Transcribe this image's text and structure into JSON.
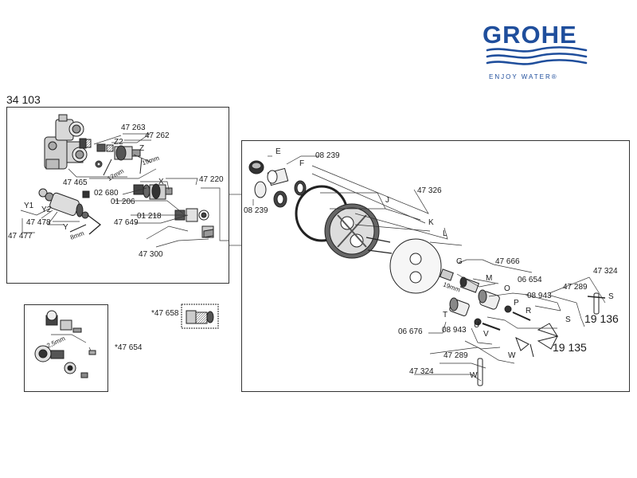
{
  "brand": {
    "name": "GROHE",
    "tagline": "ENJOY WATER®",
    "color": "#1f4e9c"
  },
  "product_number": "34 103",
  "panel_main": {
    "labels": {
      "p47263": "47 263",
      "z2": "Z2",
      "p47262": "47 262",
      "z": "Z",
      "mm19": "19mm",
      "mm17": "17mm",
      "x": "X",
      "p47465": "47 465",
      "p47220": "47 220",
      "p02680": "02 680",
      "p01206": "01 206",
      "p01218": "01 218",
      "y1": "Y1",
      "y2": "Y2",
      "p47478": "47 478",
      "y": "Y",
      "mm8": "8mm",
      "p47477": "47 477",
      "p47649": "47 649",
      "p47300": "47 300"
    }
  },
  "panel_small": {
    "labels": {
      "mm25": "2,5mm",
      "p47654": "*47 654"
    }
  },
  "insert_label": "*47 658",
  "panel_right": {
    "labels": {
      "e": "E",
      "f": "F",
      "p08239a": "08 239",
      "p08239b": "08 239",
      "j": "J",
      "p47326": "47 326",
      "k": "K",
      "l": "L",
      "g": "G",
      "p47666": "47 666",
      "m": "M",
      "mm19": "19mm",
      "o": "O",
      "p06654": "06 654",
      "p": "P",
      "p08943a": "08 943",
      "r": "R",
      "p47289a": "47 289",
      "p47324a": "47 324",
      "s1": "S",
      "p19136": "19 136",
      "t": "T",
      "p06676": "06 676",
      "p08943b": "08 943",
      "u": "U",
      "v": "V",
      "s2": "S",
      "p19135": "19 135",
      "p47289b": "47 289",
      "w1": "W",
      "p47324b": "47 324",
      "w2": "W"
    }
  }
}
